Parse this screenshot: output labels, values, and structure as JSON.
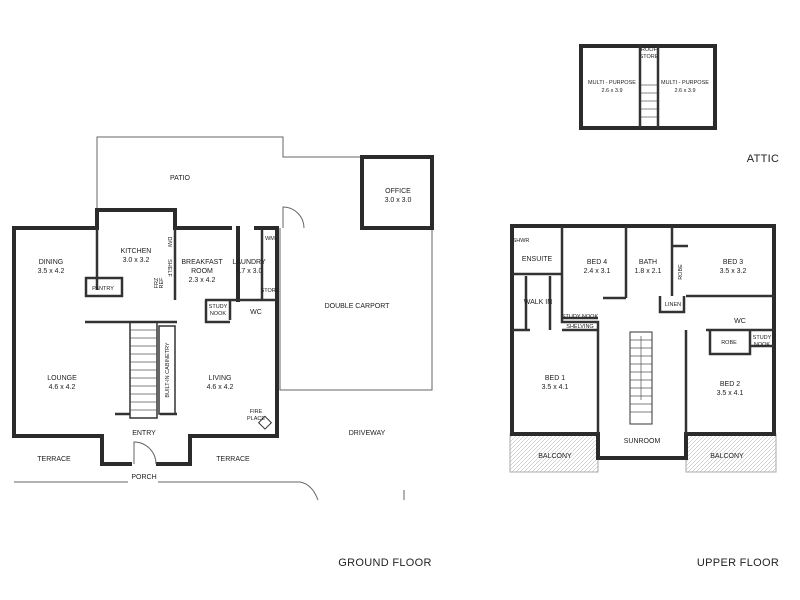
{
  "titles": {
    "ground": "GROUND FLOOR",
    "upper": "UPPER FLOOR",
    "attic": "ATTIC"
  },
  "ground": {
    "patio": "PATIO",
    "office": {
      "name": "OFFICE",
      "dims": "3.0 x 3.0"
    },
    "dining": {
      "name": "DINING",
      "dims": "3.5 x 4.2"
    },
    "kitchen": {
      "name": "KITCHEN",
      "dims": "3.0 x 3.2"
    },
    "breakfast": {
      "name": "BREAKFAST",
      "name2": "ROOM",
      "dims": "2.3 x 4.2"
    },
    "laundry": {
      "name": "LAUNDRY",
      "dims": "1.7 x 3.0"
    },
    "pantry": "PANTRY",
    "wm": "WM",
    "store": "STORE",
    "wc": "WC",
    "study_nook": [
      "STUDY",
      "NOOK"
    ],
    "shelf": "SHELF",
    "frz_ref": [
      "FRZ",
      "REF"
    ],
    "dw": "D/W",
    "double_carport": "DOUBLE CARPORT",
    "lounge": {
      "name": "LOUNGE",
      "dims": "4.6 x 4.2"
    },
    "living": {
      "name": "LIVING",
      "dims": "4.6 x 4.2"
    },
    "builtin": "BUILT-IN CABINETRY",
    "fireplace": [
      "FIRE",
      "PLACE"
    ],
    "entry": "ENTRY",
    "terrace_left": "TERRACE",
    "terrace_right": "TERRACE",
    "porch": "PORCH",
    "driveway": "DRIVEWAY"
  },
  "upper": {
    "shwr": "SHWR",
    "ensuite": "ENSUITE",
    "walk_in": "WALK IN",
    "bed4": {
      "name": "BED 4",
      "dims": "2.4 x 3.1"
    },
    "bath": {
      "name": "BATH",
      "dims": "1.8 x 2.1"
    },
    "robe1": "ROBE",
    "bed3": {
      "name": "BED 3",
      "dims": "3.5 x 3.2"
    },
    "linen": "LINEN",
    "study_nook_left": "STUDY NOOK",
    "shelving": "SHELVING",
    "wc": "WC",
    "robe2": "ROBE",
    "study_nook_right": [
      "STUDY",
      "NOOK"
    ],
    "bed1": {
      "name": "BED 1",
      "dims": "3.5 x 4.1"
    },
    "bed2": {
      "name": "BED 2",
      "dims": "3.5 x 4.1"
    },
    "sunroom": "SUNROOM",
    "balcony_left": "BALCONY",
    "balcony_right": "BALCONY"
  },
  "attic": {
    "roof_store": [
      "ROOF",
      "STORE"
    ],
    "multi_left": {
      "name": "MULTI - PURPOSE",
      "dims": "2.6 x 3.9"
    },
    "multi_right": {
      "name": "MULTI - PURPOSE",
      "dims": "2.6 x 3.9"
    }
  }
}
